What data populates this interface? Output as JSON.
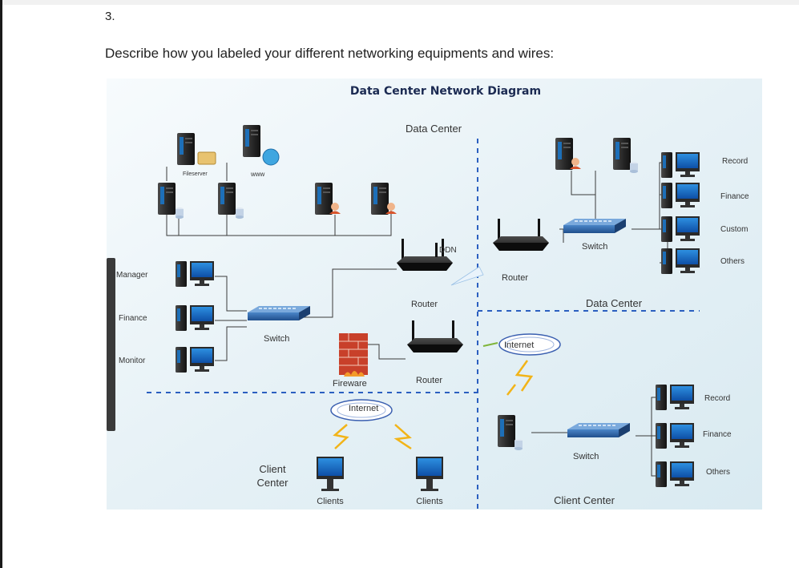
{
  "question": {
    "number": "3.",
    "prompt": "Describe how you labeled your different networking equipments and wires:"
  },
  "diagram": {
    "title": "Data Center Network Diagram",
    "zone_labels": {
      "data_center_top": "Data Center",
      "data_center_right": "Data Center",
      "client_center_left": [
        "Client",
        "Center"
      ],
      "client_center_right": "Client Center"
    },
    "server_labels": {
      "fileserver": "Fileserver",
      "www": "www"
    },
    "device_labels": {
      "ddn": "DDN",
      "router_top_left": "Router",
      "router_top_right": "Router",
      "router_bottom": "Router",
      "switch_left": "Switch",
      "switch_top_right": "Switch",
      "switch_bottom_right": "Switch",
      "firewall": "Fireware",
      "internet_center": "Internet",
      "internet_left": "Internet",
      "clients_1": "Clients",
      "clients_2": "Clients"
    },
    "left_departments": [
      "Manager",
      "Finance",
      "Monitor"
    ],
    "top_right_departments": [
      "Record",
      "Finance",
      "Custom",
      "Others"
    ],
    "bottom_right_departments": [
      "Record",
      "Finance",
      "Others"
    ]
  }
}
